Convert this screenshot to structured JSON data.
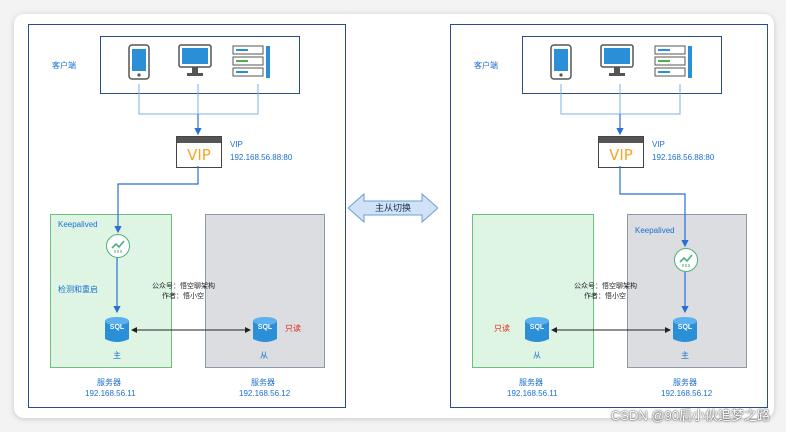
{
  "center_label": "主从切换",
  "watermark": "CSDN @90后小伙追梦之路",
  "left": {
    "client_label": "客户端",
    "vip_label": "VIP",
    "vip_title": "VIP",
    "vip_ip": "192.168.56.88:80",
    "keepalived": "Keepalived",
    "detect_label": "检测和重启",
    "credit_line1": "公众号：悟空聊架构",
    "credit_line2": "作者：悟小空",
    "readonly_label": "只读",
    "master_label": "主",
    "slave_label": "从",
    "server1_label": "服务器",
    "server1_ip": "192.168.56.11",
    "server2_label": "服务器",
    "server2_ip": "192.168.56.12",
    "sql_label": "SQL"
  },
  "right": {
    "client_label": "客户端",
    "vip_label": "VIP",
    "vip_title": "VIP",
    "vip_ip": "192.168.56.88:80",
    "keepalived": "Keepalived",
    "credit_line1": "公众号：悟空聊架构",
    "credit_line2": "作者：悟小空",
    "readonly_label": "只读",
    "slave_label": "从",
    "master_label": "主",
    "server1_label": "服务器",
    "server1_ip": "192.168.56.11",
    "server2_label": "服务器",
    "server2_ip": "192.168.56.12",
    "sql_label": "SQL"
  },
  "colors": {
    "accent_blue": "#1c6fd1",
    "vip_orange": "#f5a623",
    "readonly_red": "#e0241a",
    "master_green_bg": "#dff5e4",
    "slave_gray_bg": "#dcdde0"
  }
}
